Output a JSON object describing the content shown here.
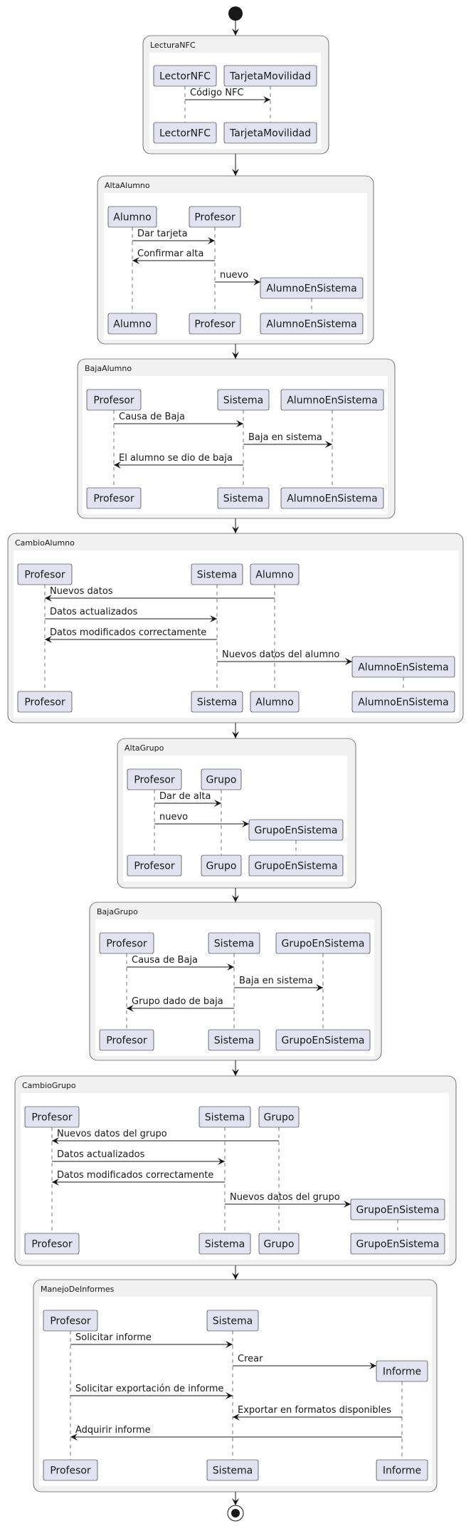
{
  "groups": [
    {
      "label": "LecturaNFC",
      "participants": [
        "LectorNFC",
        "TarjetaMovilidad"
      ],
      "messages": [
        {
          "from": 0,
          "to": 1,
          "text": "Código NFC"
        }
      ]
    },
    {
      "label": "AltaAlumno",
      "participants": [
        "Alumno",
        "Profesor",
        "AlumnoEnSistema"
      ],
      "messages": [
        {
          "from": 0,
          "to": 1,
          "text": "Dar tarjeta"
        },
        {
          "from": 1,
          "to": 0,
          "text": "Confirmar alta"
        },
        {
          "from": 1,
          "to": 2,
          "text": "nuevo",
          "create": true
        }
      ]
    },
    {
      "label": "BajaAlumno",
      "participants": [
        "Profesor",
        "Sistema",
        "AlumnoEnSistema"
      ],
      "messages": [
        {
          "from": 0,
          "to": 1,
          "text": "Causa de Baja"
        },
        {
          "from": 1,
          "to": 2,
          "text": "Baja en sistema"
        },
        {
          "from": 1,
          "to": 0,
          "text": "El alumno se dio de baja"
        }
      ]
    },
    {
      "label": "CambioAlumno",
      "participants": [
        "Profesor",
        "Sistema",
        "Alumno",
        "AlumnoEnSistema"
      ],
      "messages": [
        {
          "from": 2,
          "to": 0,
          "text": "Nuevos datos"
        },
        {
          "from": 0,
          "to": 1,
          "text": "Datos actualizados"
        },
        {
          "from": 1,
          "to": 0,
          "text": "Datos modificados correctamente"
        },
        {
          "from": 1,
          "to": 3,
          "text": "Nuevos datos del alumno",
          "create": true
        }
      ]
    },
    {
      "label": "AltaGrupo",
      "participants": [
        "Profesor",
        "Grupo",
        "GrupoEnSistema"
      ],
      "messages": [
        {
          "from": 0,
          "to": 1,
          "text": "Dar de alta"
        },
        {
          "from": 0,
          "to": 2,
          "text": "nuevo",
          "create": true
        }
      ]
    },
    {
      "label": "BajaGrupo",
      "participants": [
        "Profesor",
        "Sistema",
        "GrupoEnSistema"
      ],
      "messages": [
        {
          "from": 0,
          "to": 1,
          "text": "Causa de Baja"
        },
        {
          "from": 1,
          "to": 2,
          "text": "Baja en sistema"
        },
        {
          "from": 1,
          "to": 0,
          "text": "Grupo dado de baja"
        }
      ]
    },
    {
      "label": "CambioGrupo",
      "participants": [
        "Profesor",
        "Sistema",
        "Grupo",
        "GrupoEnSistema"
      ],
      "messages": [
        {
          "from": 2,
          "to": 0,
          "text": "Nuevos datos del grupo"
        },
        {
          "from": 0,
          "to": 1,
          "text": "Datos actualizados"
        },
        {
          "from": 1,
          "to": 0,
          "text": "Datos modificados correctamente"
        },
        {
          "from": 1,
          "to": 3,
          "text": "Nuevos datos del grupo",
          "create": true
        }
      ]
    },
    {
      "label": "ManejoDeInformes",
      "participants": [
        "Profesor",
        "Sistema",
        "Informe"
      ],
      "messages": [
        {
          "from": 0,
          "to": 1,
          "text": "Solicitar informe"
        },
        {
          "from": 1,
          "to": 2,
          "text": "Crear",
          "create": true
        },
        {
          "from": 0,
          "to": 1,
          "text": "Solicitar exportación de informe"
        },
        {
          "from": 2,
          "to": 1,
          "text": "Exportar en formatos disponibles"
        },
        {
          "from": 2,
          "to": 0,
          "text": "Adquirir informe"
        }
      ]
    }
  ]
}
